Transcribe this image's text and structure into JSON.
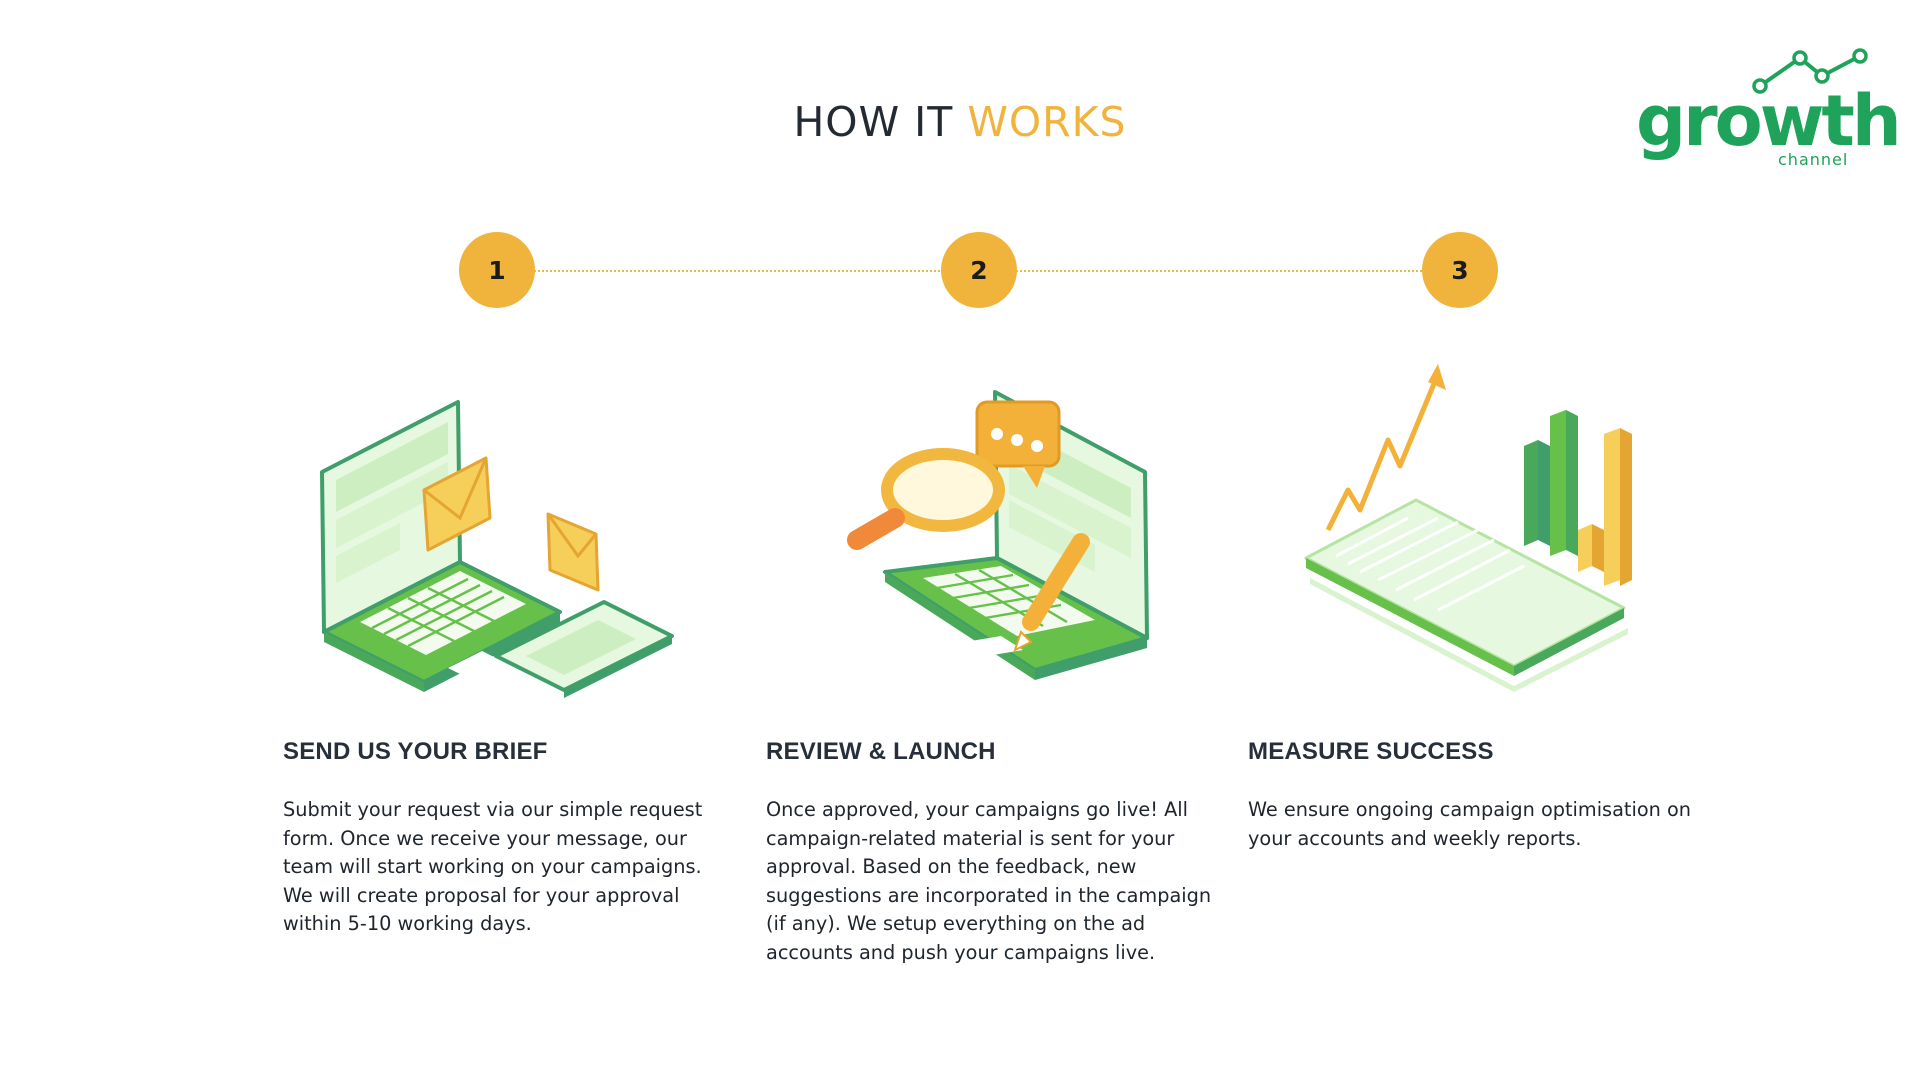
{
  "header": {
    "title_main": "HOW IT ",
    "title_accent": "WORKS"
  },
  "logo": {
    "word": "growth",
    "sub": "channel"
  },
  "colors": {
    "accent": "#f0b43c",
    "brand_green": "#1fa35a",
    "text": "#232a31"
  },
  "steps": [
    {
      "number": "1",
      "title": "SEND US YOUR BRIEF",
      "body": "Submit your request via our simple request form. Once we receive your message, our team will start working on your campaigns. We will create proposal for your approval within 5-10 working days.",
      "icon": "laptop-mail-icon"
    },
    {
      "number": "2",
      "title": "REVIEW & LAUNCH",
      "body": "Once approved, your campaigns go live! All campaign-related material is sent for your approval. Based on the feedback, new suggestions are incorporated in the campaign (if any). We setup everything on the ad accounts and push your campaigns live.",
      "icon": "laptop-review-icon"
    },
    {
      "number": "3",
      "title": "MEASURE SUCCESS",
      "body": "We ensure ongoing campaign optimisation on your accounts and weekly reports.",
      "icon": "growth-chart-icon"
    }
  ]
}
